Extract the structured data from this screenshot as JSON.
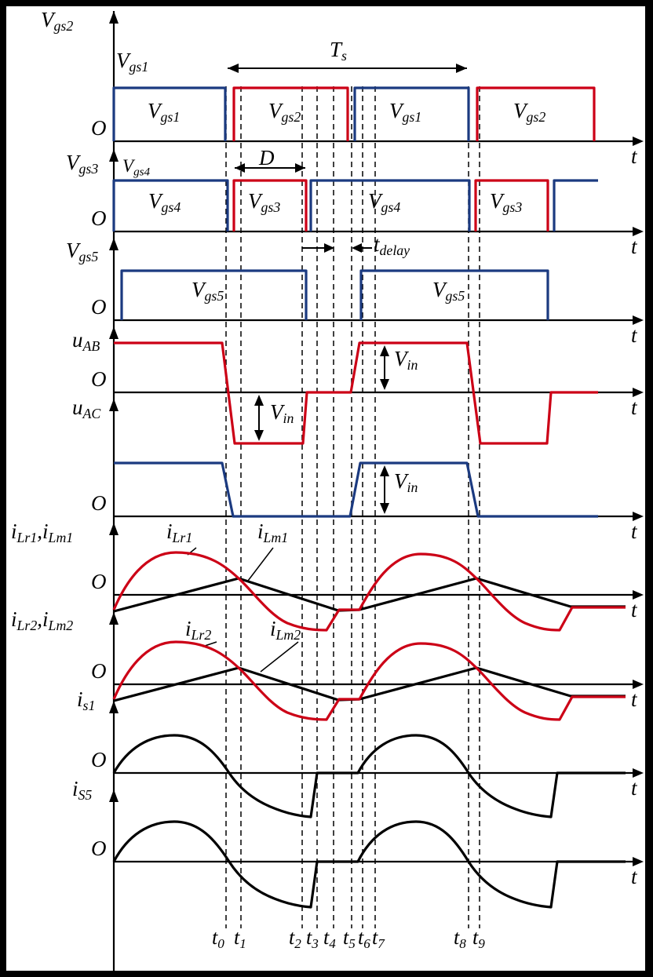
{
  "common": {
    "origin": "O",
    "time": "t"
  },
  "colors": {
    "blue": "#1b3a80",
    "red": "#cc0016",
    "black": "#000000",
    "panel_bg": "#ffffff",
    "frame": "#000000"
  },
  "panels": {
    "p1": {
      "axis_label": {
        "main": "V",
        "sub": "gs2"
      },
      "left_label": {
        "main": "V",
        "sub": "gs1"
      },
      "segments": [
        {
          "main": "V",
          "sub": "gs1"
        },
        {
          "main": "V",
          "sub": "gs2"
        },
        {
          "main": "V",
          "sub": "gs1"
        },
        {
          "main": "V",
          "sub": "gs2"
        }
      ]
    },
    "p2": {
      "axis_label": {
        "main": "V",
        "sub": "gs3"
      },
      "corner_label": {
        "main": "V",
        "sub": "gs4"
      },
      "segments": [
        {
          "main": "V",
          "sub": "gs4"
        },
        {
          "main": "V",
          "sub": "gs3"
        },
        {
          "main": "V",
          "sub": "gs4"
        },
        {
          "main": "V",
          "sub": "gs3"
        }
      ]
    },
    "p3": {
      "axis_label": {
        "main": "V",
        "sub": "gs5"
      },
      "segments": [
        {
          "main": "V",
          "sub": "gs5"
        },
        {
          "main": "V",
          "sub": "gs5"
        }
      ]
    },
    "p4": {
      "axis_label": {
        "main": "u",
        "sub": "AB"
      }
    },
    "p5": {
      "axis_label": {
        "main": "u",
        "sub": "AC"
      }
    },
    "p6": {
      "axis_label": {
        "main": "i",
        "sub": "Lr1",
        "main2": ",i",
        "sub2": "Lm1"
      },
      "curve_labels": {
        "red": {
          "main": "i",
          "sub": "Lr1"
        },
        "black": {
          "main": "i",
          "sub": "Lm1"
        }
      }
    },
    "p7": {
      "axis_label": {
        "main": "i",
        "sub": "Lr2",
        "main2": ",i",
        "sub2": "Lm2"
      },
      "curve_labels": {
        "red": {
          "main": "i",
          "sub": "Lr2"
        },
        "black": {
          "main": "i",
          "sub": "Lm2"
        }
      }
    },
    "p8": {
      "axis_label": {
        "main": "i",
        "sub": "s1"
      }
    },
    "p9": {
      "axis_label": {
        "main": "i",
        "sub": "S5"
      }
    }
  },
  "annotations": {
    "period": {
      "main": "T",
      "sub": "s"
    },
    "duty": {
      "main": "D"
    },
    "tdelay": {
      "main": "t",
      "sub": "delay"
    },
    "vin": {
      "main": "V",
      "sub": "in"
    }
  },
  "time_ticks": [
    {
      "main": "t",
      "sub": "0"
    },
    {
      "main": "t",
      "sub": "1"
    },
    {
      "main": "t",
      "sub": "2"
    },
    {
      "main": "t",
      "sub": "3"
    },
    {
      "main": "t",
      "sub": "4"
    },
    {
      "main": "t",
      "sub": "5"
    },
    {
      "main": "t",
      "sub": "6"
    },
    {
      "main": "t",
      "sub": "7"
    },
    {
      "main": "t",
      "sub": "8"
    },
    {
      "main": "t",
      "sub": "9"
    }
  ]
}
